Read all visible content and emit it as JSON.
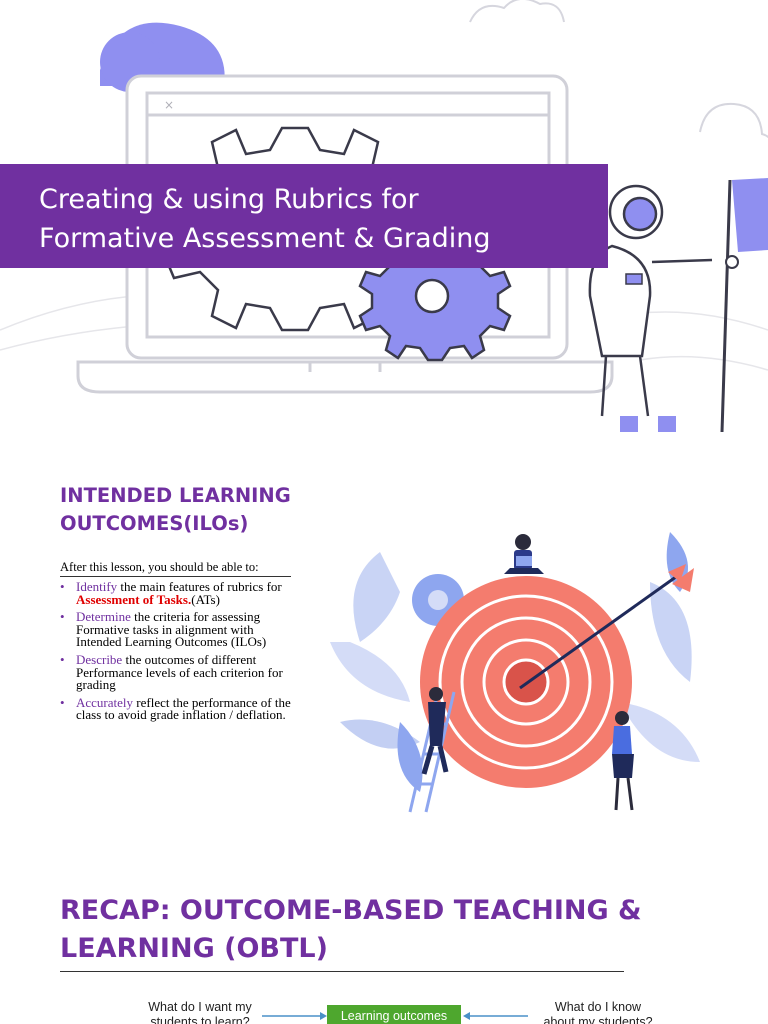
{
  "slide1": {
    "title_line1": "Creating & using Rubrics for",
    "title_line2": "Formative Assessment & Grading",
    "banner_color": "#7030a0",
    "illustration_icons": [
      "laptop-icon",
      "gears-icon",
      "astronaut-icon",
      "flag-icon",
      "cloud-icon"
    ]
  },
  "slide2": {
    "heading_line1": "INTENDED LEARNING",
    "heading_line2": "OUTCOMES(ILOs)",
    "intro": "After this lesson, you should be able to:",
    "bullet_glyph": "•",
    "items": [
      {
        "verb": "Identify",
        "text_before": " the main features of rubrics for ",
        "highlight": "Assessment of Tasks.",
        "text_after": "(ATs)"
      },
      {
        "verb": "Determine",
        "text": " the criteria for assessing Formative tasks in alignment with Intended Learning Outcomes (ILOs)"
      },
      {
        "verb": "Describe",
        "text": " the outcomes of different Performance levels of each criterion for grading"
      },
      {
        "verb": "Accurately",
        "text": " reflect the performance of the class to avoid grade inflation / deflation."
      }
    ],
    "illustration_icons": [
      "target-icon",
      "arrow-icon",
      "person-laptop-icon",
      "person-ladder-icon",
      "woman-icon",
      "gear-icon",
      "leaves-icon"
    ],
    "accent_color": "#7030a0",
    "highlight_color": "#e00000"
  },
  "slide3": {
    "heading_line1": "RECAP: OUTCOME-BASED TEACHING &",
    "heading_line2": "LEARNING (OBTL)",
    "left_question_line1": "What do I want my",
    "left_question_line2": "students to learn?",
    "center_box": "Learning outcomes",
    "right_question_line1": "What do I know",
    "right_question_line2": "about my students?",
    "box_color": "#4ea72e",
    "arrow_color": "#4a90c8"
  }
}
